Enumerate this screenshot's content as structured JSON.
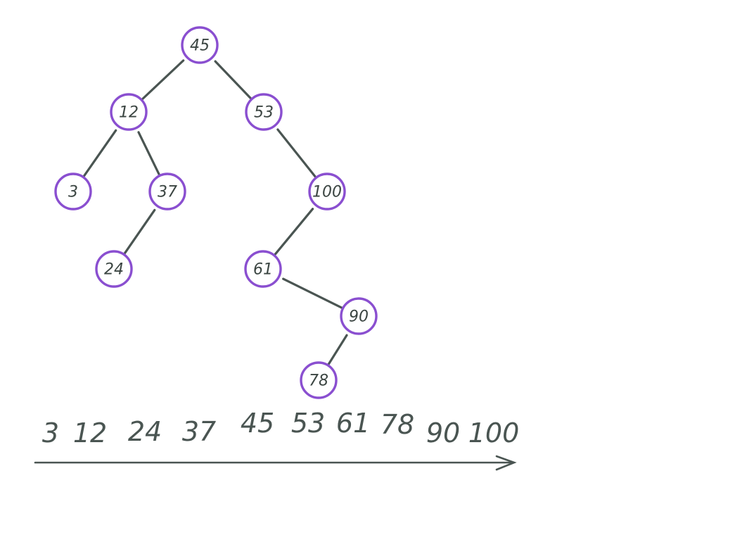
{
  "tree": {
    "nodes": [
      {
        "id": "n45",
        "label": "45"
      },
      {
        "id": "n12",
        "label": "12"
      },
      {
        "id": "n53",
        "label": "53"
      },
      {
        "id": "n3",
        "label": "3"
      },
      {
        "id": "n37",
        "label": "37"
      },
      {
        "id": "n100",
        "label": "100"
      },
      {
        "id": "n24",
        "label": "24"
      },
      {
        "id": "n61",
        "label": "61"
      },
      {
        "id": "n90",
        "label": "90"
      },
      {
        "id": "n78",
        "label": "78"
      }
    ],
    "edges": [
      {
        "from": "n45",
        "to": "n12"
      },
      {
        "from": "n45",
        "to": "n53"
      },
      {
        "from": "n12",
        "to": "n3"
      },
      {
        "from": "n12",
        "to": "n37"
      },
      {
        "from": "n53",
        "to": "n100"
      },
      {
        "from": "n37",
        "to": "n24"
      },
      {
        "from": "n100",
        "to": "n61"
      },
      {
        "from": "n61",
        "to": "n90"
      },
      {
        "from": "n90",
        "to": "n78"
      }
    ],
    "colors": {
      "node_stroke": "#8a4fd0",
      "edge": "#4a5552",
      "text": "#3b4542"
    }
  },
  "sequence": {
    "items": [
      "3",
      "12",
      "24",
      "37",
      "45",
      "53",
      "61",
      "78",
      "90",
      "100"
    ]
  }
}
